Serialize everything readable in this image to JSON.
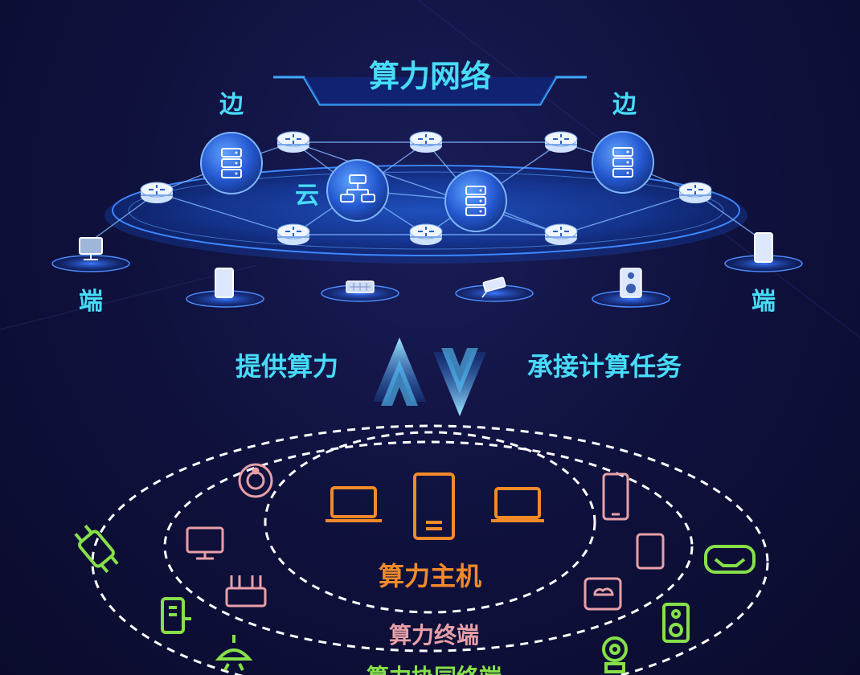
{
  "title": "算力网络",
  "labels": {
    "edge_left": "边",
    "edge_right": "边",
    "cloud": "云",
    "terminal_left": "端",
    "terminal_right": "端",
    "provide": "提供算力",
    "undertake": "承接计算任务",
    "host": "算力主机",
    "terminal_ring": "算力终端",
    "collab_ring": "算力协同终端"
  },
  "colors": {
    "cyan": "#3fd8f5",
    "network_blue": "#2f7cff",
    "orange": "#f28a2a",
    "pink": "#e8a0a8",
    "green": "#86e04a"
  },
  "icons": {
    "top_terminals": [
      "monitor-icon",
      "phone-icon",
      "display-icon",
      "camera-icon",
      "speaker-icon",
      "phone-icon"
    ],
    "inner_devices": [
      "laptop-icon",
      "server-tower-icon",
      "laptop-icon"
    ],
    "middle_devices": [
      "robot-vacuum-icon",
      "monitor-icon",
      "router-icon",
      "phone-icon",
      "tablet-icon",
      "cloud-drive-icon"
    ],
    "outer_devices": [
      "watch-icon",
      "smart-lock-icon",
      "ceiling-lamp-icon",
      "vr-headset-icon",
      "speaker-icon",
      "webcam-icon"
    ]
  }
}
